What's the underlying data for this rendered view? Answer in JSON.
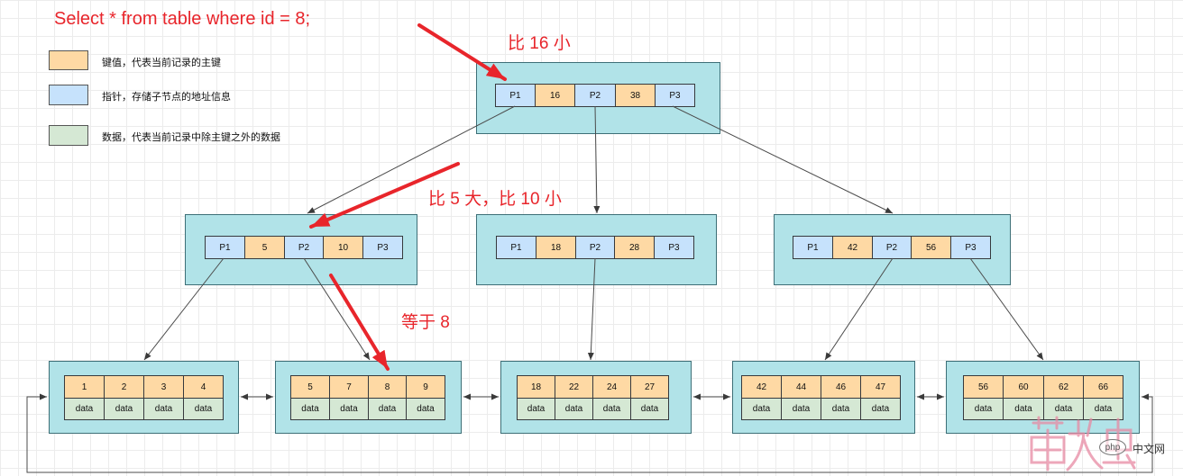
{
  "query": "Select * from table where id = 8;",
  "legend": [
    {
      "label": "键值，代表当前记录的主键",
      "color": "#fed9a4"
    },
    {
      "label": "指针，存储子节点的地址信息",
      "color": "#c6e2fc"
    },
    {
      "label": "数据，代表当前记录中除主键之外的数据",
      "color": "#d5e8d4"
    }
  ],
  "annotations": [
    "比 16 小",
    "比 5 大，比 10 小",
    "等于 8"
  ],
  "colors": {
    "key": "#fed9a4",
    "pointer": "#c6e2fc",
    "data": "#d5e8d4",
    "node": "#b1e3e8",
    "highlight": "#e8252b",
    "edge": "#4b4b4b"
  },
  "tree": {
    "root": [
      "P1",
      "16",
      "P2",
      "38",
      "P3"
    ],
    "internal": [
      [
        "P1",
        "5",
        "P2",
        "10",
        "P3"
      ],
      [
        "P1",
        "18",
        "P2",
        "28",
        "P3"
      ],
      [
        "P1",
        "42",
        "P2",
        "56",
        "P3"
      ]
    ],
    "leaves": [
      {
        "keys": [
          "1",
          "2",
          "3",
          "4"
        ],
        "data": [
          "data",
          "data",
          "data",
          "data"
        ]
      },
      {
        "keys": [
          "5",
          "7",
          "8",
          "9"
        ],
        "data": [
          "data",
          "data",
          "data",
          "data"
        ]
      },
      {
        "keys": [
          "18",
          "22",
          "24",
          "27"
        ],
        "data": [
          "data",
          "data",
          "data",
          "data"
        ]
      },
      {
        "keys": [
          "42",
          "44",
          "46",
          "47"
        ],
        "data": [
          "data",
          "data",
          "data",
          "data"
        ]
      },
      {
        "keys": [
          "56",
          "60",
          "62",
          "66"
        ],
        "data": [
          "data",
          "data",
          "data",
          "data"
        ]
      }
    ]
  },
  "watermark": {
    "badge": "php",
    "text": "中文网"
  }
}
